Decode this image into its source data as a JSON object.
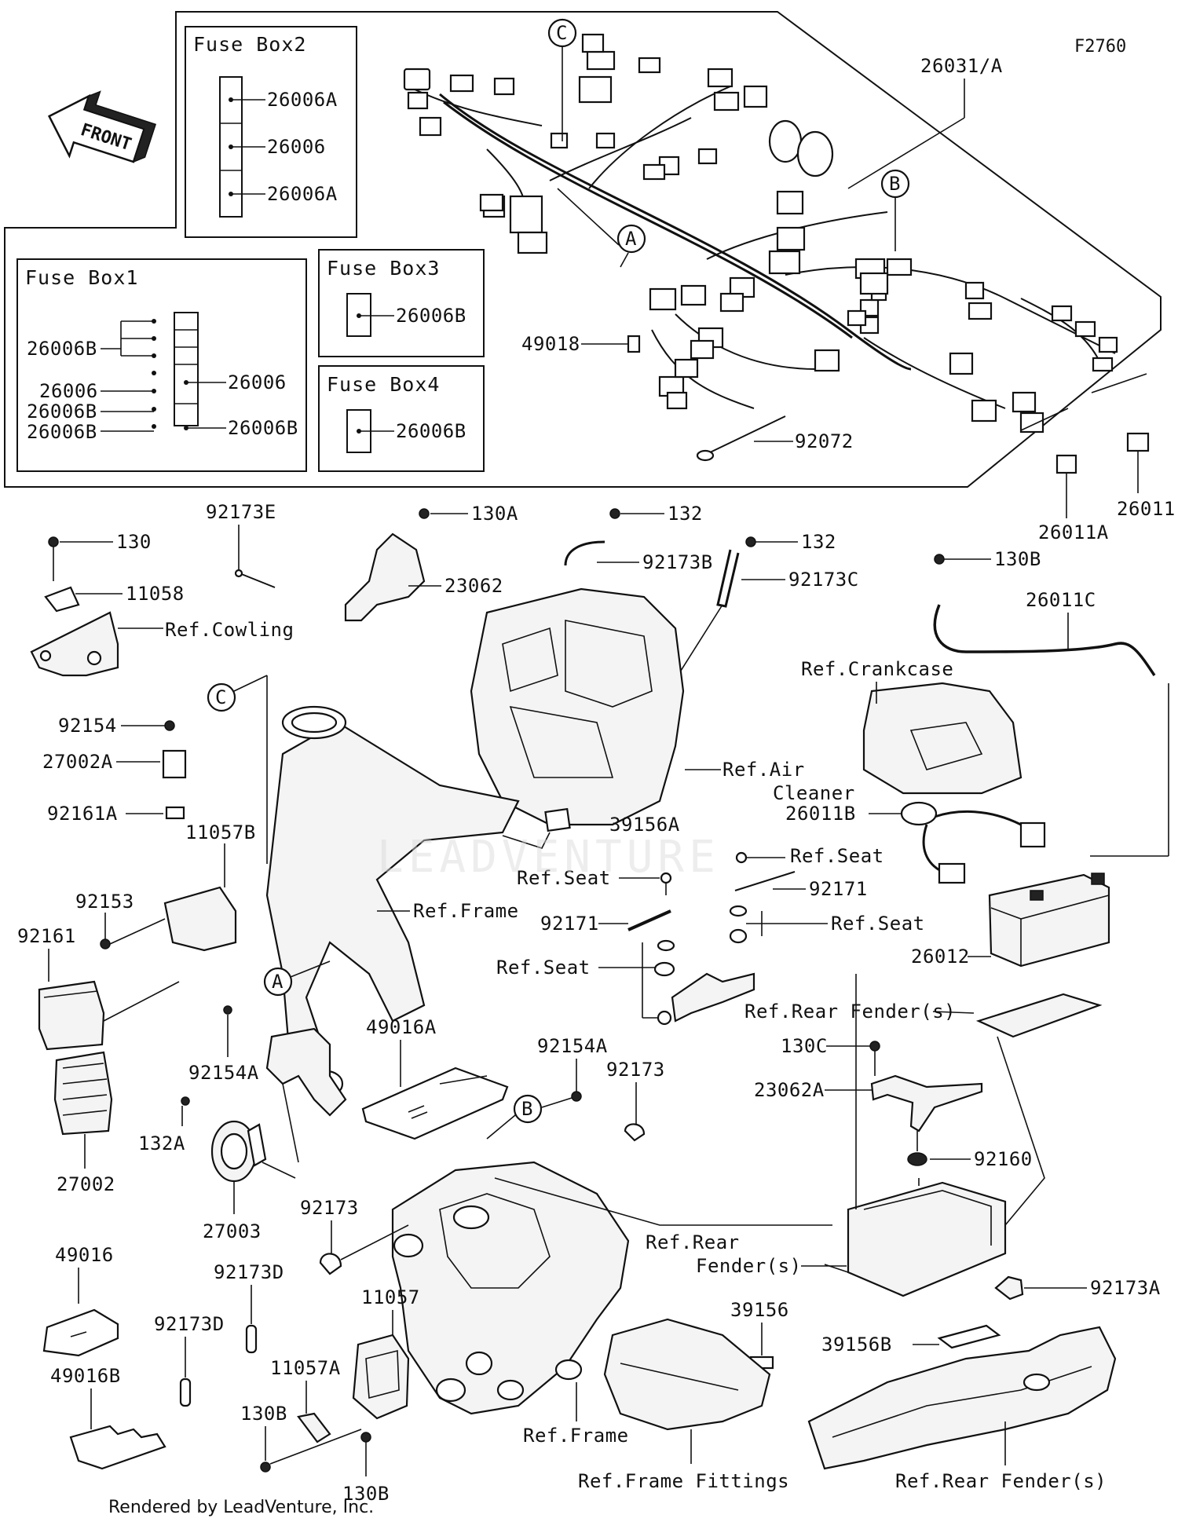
{
  "figure_id": "F2760",
  "credit": "Rendered by LeadVenture, Inc.",
  "front_arrow_label": "FRONT",
  "watermark": "LEADVENTURE",
  "callout_letters": [
    "A",
    "B",
    "C"
  ],
  "fuse_boxes": [
    {
      "title": "Fuse Box2",
      "fuses": [
        "26006A",
        "26006",
        "26006A"
      ]
    },
    {
      "title": "Fuse Box1",
      "labels_left": [
        "26006B",
        "26006",
        "26006B",
        "26006B"
      ],
      "labels_right": [
        "26006",
        "26006B"
      ]
    },
    {
      "title": "Fuse Box3",
      "fuses": [
        "26006B"
      ]
    },
    {
      "title": "Fuse Box4",
      "fuses": [
        "26006B"
      ]
    }
  ],
  "part_labels": {
    "p26031A": "26031/A",
    "p49018": "49018",
    "p92072": "92072",
    "p26011": "26011",
    "p26011A": "26011A",
    "p92173E": "92173E",
    "p130A": "130A",
    "p132a": "132",
    "p132b": "132",
    "p130": "130",
    "p11058": "11058",
    "refCowling": "Ref.Cowling",
    "p23062": "23062",
    "p92173B": "92173B",
    "p92173C": "92173C",
    "p130B_top": "130B",
    "p26011C": "26011C",
    "refCrankcase": "Ref.Crankcase",
    "refAir": "Ref.Air",
    "cleaner": "Cleaner",
    "p92154": "92154",
    "p27002A": "27002A",
    "p92161A": "92161A",
    "p11057B": "11057B",
    "p39156A": "39156A",
    "p26011B": "26011B",
    "refSeat1": "Ref.Seat",
    "refSeat2": "Ref.Seat",
    "refSeat3": "Ref.Seat",
    "refSeat4": "Ref.Seat",
    "p92171a": "92171",
    "p92171b": "92171",
    "p92153": "92153",
    "refFrame1": "Ref.Frame",
    "p92161": "92161",
    "p26012": "26012",
    "refRearFender1": "Ref.Rear Fender(s)",
    "p92154A_top": "92154A",
    "p92154A": "92154A",
    "p49016A": "49016A",
    "p130C": "130C",
    "p92173a": "92173",
    "p23062A": "23062A",
    "p92160": "92160",
    "p27002": "27002",
    "p132A": "132A",
    "p27003": "27003",
    "p92173b": "92173",
    "refRear2": "Ref.Rear",
    "fender2": "Fender(s)",
    "p92173A": "92173A",
    "p49016": "49016",
    "p92173D_a": "92173D",
    "p92173D_b": "92173D",
    "p11057": "11057",
    "p39156": "39156",
    "p39156B": "39156B",
    "p11057A": "11057A",
    "p49016B": "49016B",
    "p130B_a": "130B",
    "p130B_b": "130B",
    "refFrame2": "Ref.Frame",
    "refFrameFittings": "Ref.Frame Fittings",
    "refRearFender3": "Ref.Rear Fender(s)"
  }
}
